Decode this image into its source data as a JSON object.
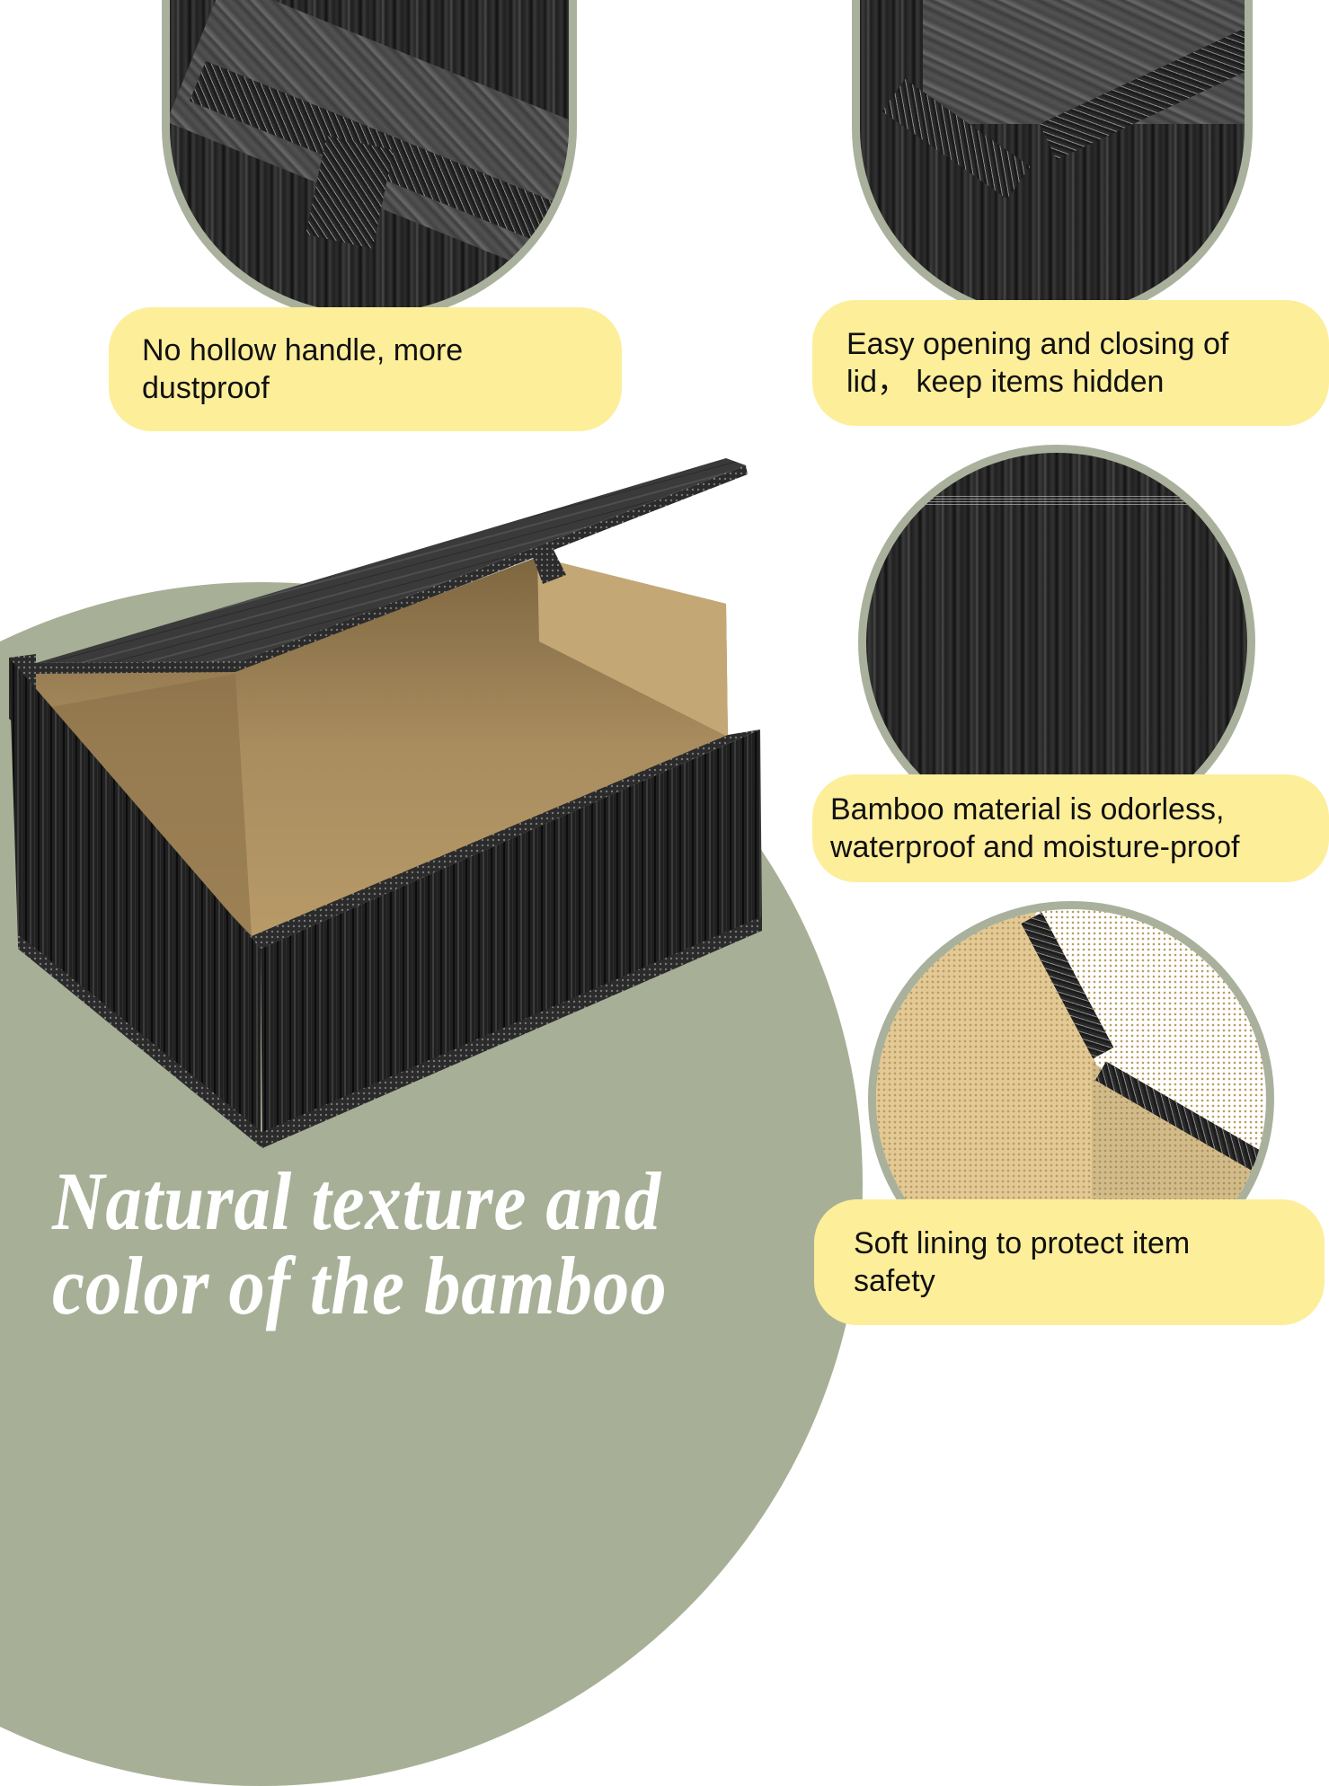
{
  "colors": {
    "background": "#ffffff",
    "sage_blob": "#a7b096",
    "circle_border": "#a9b19c",
    "caption_pill": "#fdee9a",
    "caption_text": "#111111",
    "title_text": "#ffffff",
    "lining": "#e2c995"
  },
  "features": [
    {
      "id": "handle",
      "caption": "No hollow handle, more dustproof",
      "line1": "No hollow handle, more",
      "line2": "dustproof"
    },
    {
      "id": "lid",
      "caption": "Easy opening and closing of lid， keep items hidden",
      "line1": "Easy opening and closing of",
      "line2": "lid， keep items hidden"
    },
    {
      "id": "material",
      "caption": "Bamboo material is odorless, waterproof and moisture-proof",
      "line1": "Bamboo material is odorless,",
      "line2": "waterproof and moisture-proof"
    },
    {
      "id": "lining",
      "caption": "Soft lining to protect item safety",
      "line1": "Soft lining to protect item",
      "line2": "safety"
    }
  ],
  "headline": {
    "line1": "Natural texture and",
    "line2": "color of the bamboo"
  },
  "product": {
    "description": "Open black bamboo storage box with lid and tan fabric lining"
  }
}
